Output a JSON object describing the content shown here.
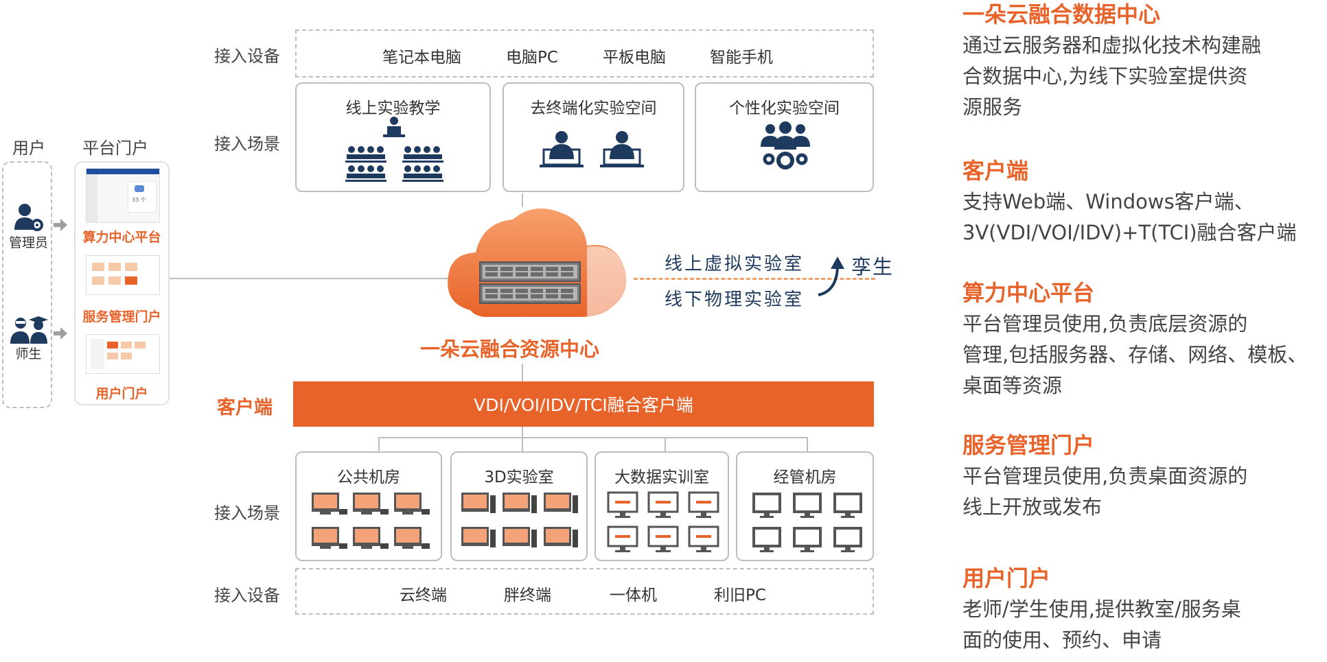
{
  "left": {
    "user_label": "用户",
    "portal_label": "平台门户",
    "roles": [
      "管理员",
      "师生"
    ],
    "portals": [
      "算力中心平台",
      "服务管理门户",
      "用户门户"
    ],
    "thumb_text": "33 个"
  },
  "top": {
    "device_label": "接入设备",
    "devices": [
      "笔记本电脑",
      "电脑PC",
      "平板电脑",
      "智能手机"
    ],
    "scene_label": "接入场景",
    "scenes": [
      "线上实验教学",
      "去终端化实验空间",
      "个性化实验空间"
    ]
  },
  "center": {
    "cloud_name": "一朵云融合资源中心",
    "virtual_lab": "线上虚拟实验室",
    "physical_lab": "线下物理实验室",
    "twin": "孪生"
  },
  "client": {
    "label": "客户端",
    "bar_text": "VDI/VOI/IDV/TCI融合客户端"
  },
  "bottom": {
    "scene_label": "接入场景",
    "rooms": [
      "公共机房",
      "3D实验室",
      "大数据实训室",
      "经管机房"
    ],
    "device_label": "接入设备",
    "devices": [
      "云终端",
      "胖终端",
      "一体机",
      "利旧PC"
    ]
  },
  "right": [
    {
      "title": "一朵云融合数据中心",
      "lines": [
        "通过云服务器和虚拟化技术构建融",
        "合数据中心,为线下实验室提供资",
        "源服务"
      ]
    },
    {
      "title": "客户端",
      "lines": [
        "支持Web端、Windows客户端、",
        "3V(VDI/VOI/IDV)+T(TCI)融合客户端"
      ]
    },
    {
      "title": "算力中心平台",
      "lines": [
        "平台管理员使用,负责底层资源的",
        "管理,包括服务器、存储、网络、模板、",
        "桌面等资源"
      ]
    },
    {
      "title": "服务管理门户",
      "lines": [
        "平台管理员使用,负责桌面资源的",
        "线上开放或发布"
      ]
    },
    {
      "title": "用户门户",
      "lines": [
        "老师/学生使用,提供教室/服务桌",
        "面的使用、预约、申请"
      ]
    }
  ],
  "colors": {
    "accent": "#e8632a",
    "border": "#bdbdbd"
  }
}
